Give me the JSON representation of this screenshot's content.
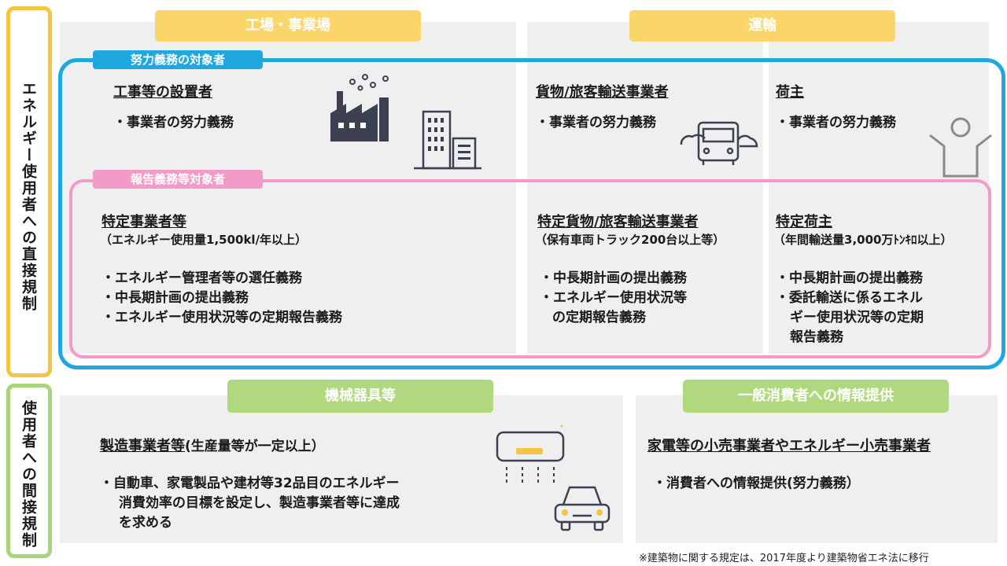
{
  "side_labels": {
    "direct": "エネルギー使用者への直接規制",
    "indirect": "使用者への間接規制"
  },
  "headers": {
    "factory": "工場・事業場",
    "transport": "運輸",
    "equipment": "機械器具等",
    "consumer_info": "一般消費者への情報提供"
  },
  "tags": {
    "effort": "努力義務の対象者",
    "report": "報告義務等対象者"
  },
  "effort": {
    "factory": {
      "title": "工事等の設置者",
      "bullet": "・事業者の努力義務"
    },
    "carrier": {
      "title": "貨物/旅客輸送事業者",
      "bullet": "・事業者の努力義務"
    },
    "shipper": {
      "title": "荷主",
      "bullet": "・事業者の努力義務"
    }
  },
  "report": {
    "factory": {
      "title": "特定事業者等",
      "sub": "（エネルギー使用量1,500kl/年以上）",
      "bullets": [
        "・エネルギー管理者等の選任義務",
        "・中長期計画の提出義務",
        "・エネルギー使用状況等の定期報告義務"
      ]
    },
    "carrier": {
      "title": "特定貨物/旅客輸送事業者",
      "sub": "（保有車両トラック200台以上等）",
      "bullets": [
        "・中長期計画の提出義務",
        "・エネルギー使用状況等",
        "の定期報告義務"
      ]
    },
    "shipper": {
      "title": "特定荷主",
      "sub": "（年間輸送量3,000万ﾄﾝｷﾛ以上）",
      "bullets": [
        "・中長期計画の提出義務",
        "・委託輸送に係るエネル",
        "ギー使用状況等の定期",
        "報告義務"
      ]
    }
  },
  "equipment": {
    "title": "製造事業者等",
    "title_suffix": "(生産量等が一定以上）",
    "bullets": [
      "・自動車、家電製品や建材等32品目のエネルギー",
      "消費効率の目標を設定し、製造事業者等に達成",
      "を求める"
    ]
  },
  "consumer": {
    "title": "家電等の小売事業者やエネルギー小売事業者",
    "bullet": "・消費者への情報提供(努力義務）"
  },
  "footnote": "※建築物に関する規定は、2017年度より建築物省エネ法に移行",
  "colors": {
    "yellow": "#f9d56a",
    "green": "#b0d97f",
    "blue": "#1fa7e0",
    "pink": "#f49ac8",
    "icon": "#3b4150"
  }
}
